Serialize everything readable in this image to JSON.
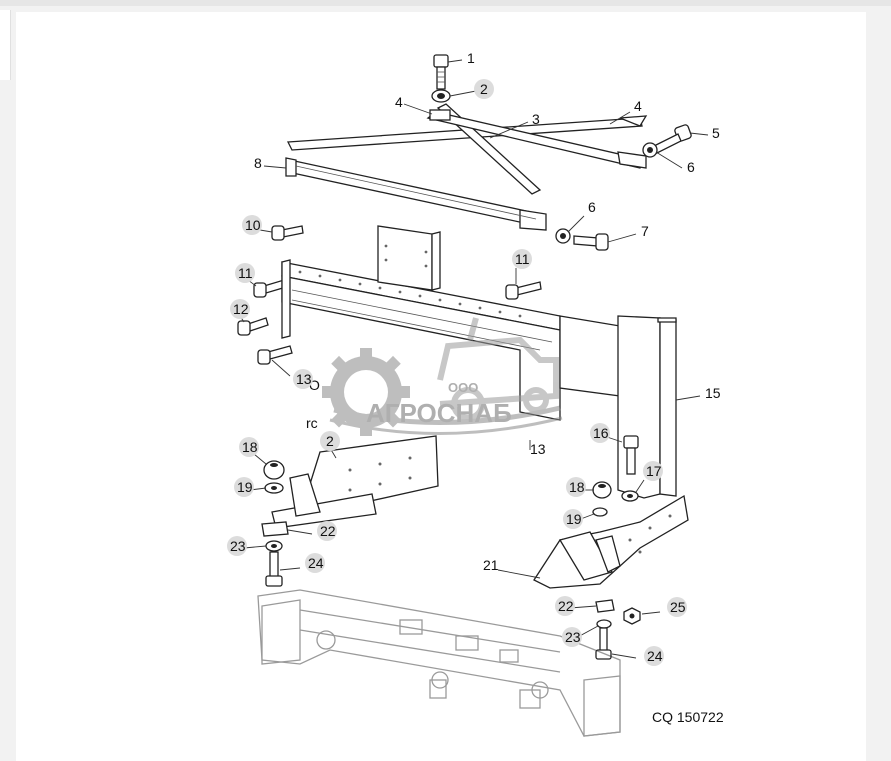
{
  "figure_code": "CQ 150722",
  "watermark": {
    "company_prefix": "ООО",
    "company_name": "АГРОСНАБ"
  },
  "stray_text": {
    "line1": "O",
    "line2": "rc"
  },
  "callouts": [
    {
      "label": "1"
    },
    {
      "label": "2"
    },
    {
      "label": "4"
    },
    {
      "label": "3"
    },
    {
      "label": "4"
    },
    {
      "label": "5"
    },
    {
      "label": "6"
    },
    {
      "label": "8"
    },
    {
      "label": "6"
    },
    {
      "label": "7"
    },
    {
      "label": "10"
    },
    {
      "label": "11"
    },
    {
      "label": "11"
    },
    {
      "label": "12"
    },
    {
      "label": "13"
    },
    {
      "label": "15"
    },
    {
      "label": "2"
    },
    {
      "label": "13"
    },
    {
      "label": "16"
    },
    {
      "label": "18"
    },
    {
      "label": "17"
    },
    {
      "label": "19"
    },
    {
      "label": "18"
    },
    {
      "label": "19"
    },
    {
      "label": "22"
    },
    {
      "label": "23"
    },
    {
      "label": "24"
    },
    {
      "label": "21"
    },
    {
      "label": "22"
    },
    {
      "label": "25"
    },
    {
      "label": "23"
    },
    {
      "label": "24"
    }
  ],
  "colors": {
    "page_background": "#f2f2f2",
    "panel_background": "#ffffff",
    "line_art": "#222222",
    "callout_highlight": "#dcdcdc",
    "watermark": "#9a9a9a"
  }
}
